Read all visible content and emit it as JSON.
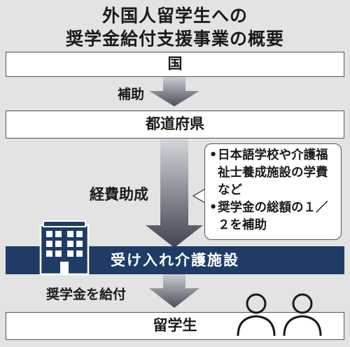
{
  "title": {
    "line1": "外国人留学生への",
    "line2": "奨学金給付支援事業の概要"
  },
  "boxes": {
    "country": "国",
    "prefecture": "都道府県",
    "facility": "受け入れ介護施設",
    "student": "留学生"
  },
  "flows": {
    "subsidy": "補助",
    "cost_subsidy": "経費助成",
    "scholarship": "奨学金を給付"
  },
  "note": {
    "bullet": "•",
    "item1": "日本語学校や介護福祉士養成施設の学費など",
    "item2": "奨学金の総額の１／２を補助"
  },
  "colors": {
    "navy": "#1f3c66",
    "arrow_dark": "#4a4f5a",
    "arrow_light": "#c9ccd2",
    "background": "#e3e3e3"
  },
  "icons": [
    "building-icon",
    "person-icon"
  ]
}
